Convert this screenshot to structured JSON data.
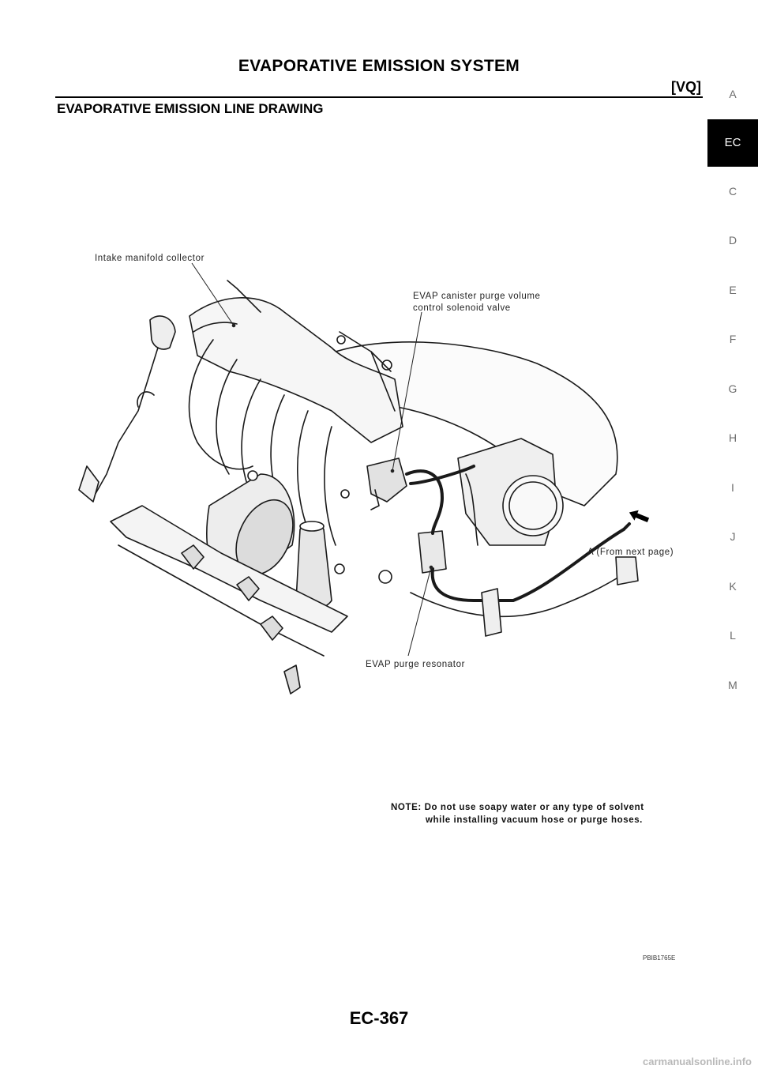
{
  "header": {
    "title": "EVAPORATIVE EMISSION SYSTEM",
    "code": "[VQ]"
  },
  "section": {
    "title": "EVAPORATIVE EMISSION LINE DRAWING"
  },
  "side_tabs": [
    "A",
    "EC",
    "C",
    "D",
    "E",
    "F",
    "G",
    "H",
    "I",
    "J",
    "K",
    "L",
    "M"
  ],
  "active_tab": "EC",
  "figure": {
    "labels": {
      "intake": "Intake manifold collector",
      "evap_valve_1": "EVAP canister purge volume",
      "evap_valve_2": "control solenoid valve",
      "from_next": "A (From next page)",
      "resonator": "EVAP purge resonator"
    },
    "note_line1": "NOTE: Do not use soapy water or any type of solvent",
    "note_line2": "while installing vacuum hose or purge hoses.",
    "code": "PBIB1765E"
  },
  "page_number": "EC-367",
  "footer": {
    "url": "carmanualsonline.info"
  }
}
